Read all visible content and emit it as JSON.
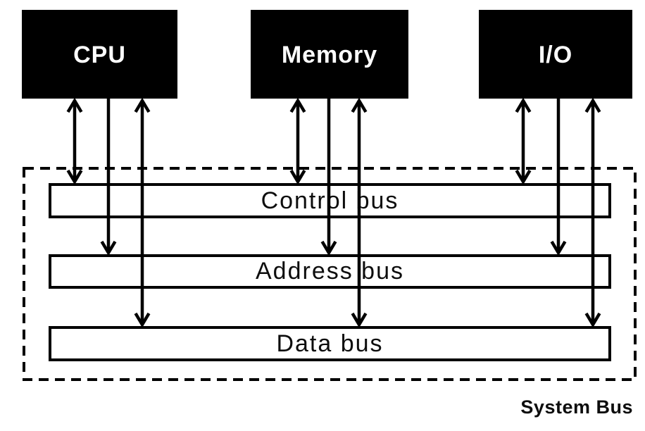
{
  "diagram": {
    "title": "System bus architecture diagram",
    "blocks": [
      {
        "id": "cpu",
        "label": "CPU"
      },
      {
        "id": "memory",
        "label": "Memory"
      },
      {
        "id": "io",
        "label": "I/O"
      }
    ],
    "buses": [
      {
        "id": "control",
        "label": "Control bus"
      },
      {
        "id": "address",
        "label": "Address bus"
      },
      {
        "id": "data",
        "label": "Data bus"
      }
    ],
    "caption": "System Bus",
    "connections": [
      {
        "from": "CPU",
        "to": "Control bus",
        "direction": "bidirectional"
      },
      {
        "from": "CPU",
        "to": "Address bus",
        "direction": "to-bus"
      },
      {
        "from": "CPU",
        "to": "Data bus",
        "direction": "bidirectional"
      },
      {
        "from": "Memory",
        "to": "Control bus",
        "direction": "bidirectional"
      },
      {
        "from": "Memory",
        "to": "Address bus",
        "direction": "to-bus"
      },
      {
        "from": "Memory",
        "to": "Data bus",
        "direction": "bidirectional"
      },
      {
        "from": "I/O",
        "to": "Control bus",
        "direction": "bidirectional"
      },
      {
        "from": "I/O",
        "to": "Address bus",
        "direction": "to-bus"
      },
      {
        "from": "I/O",
        "to": "Data bus",
        "direction": "bidirectional"
      }
    ],
    "colors": {
      "background": "#ffffff",
      "block_fill": "#000000",
      "block_text": "#ffffff",
      "line": "#000000",
      "label_text": "#0d0d0d"
    }
  }
}
